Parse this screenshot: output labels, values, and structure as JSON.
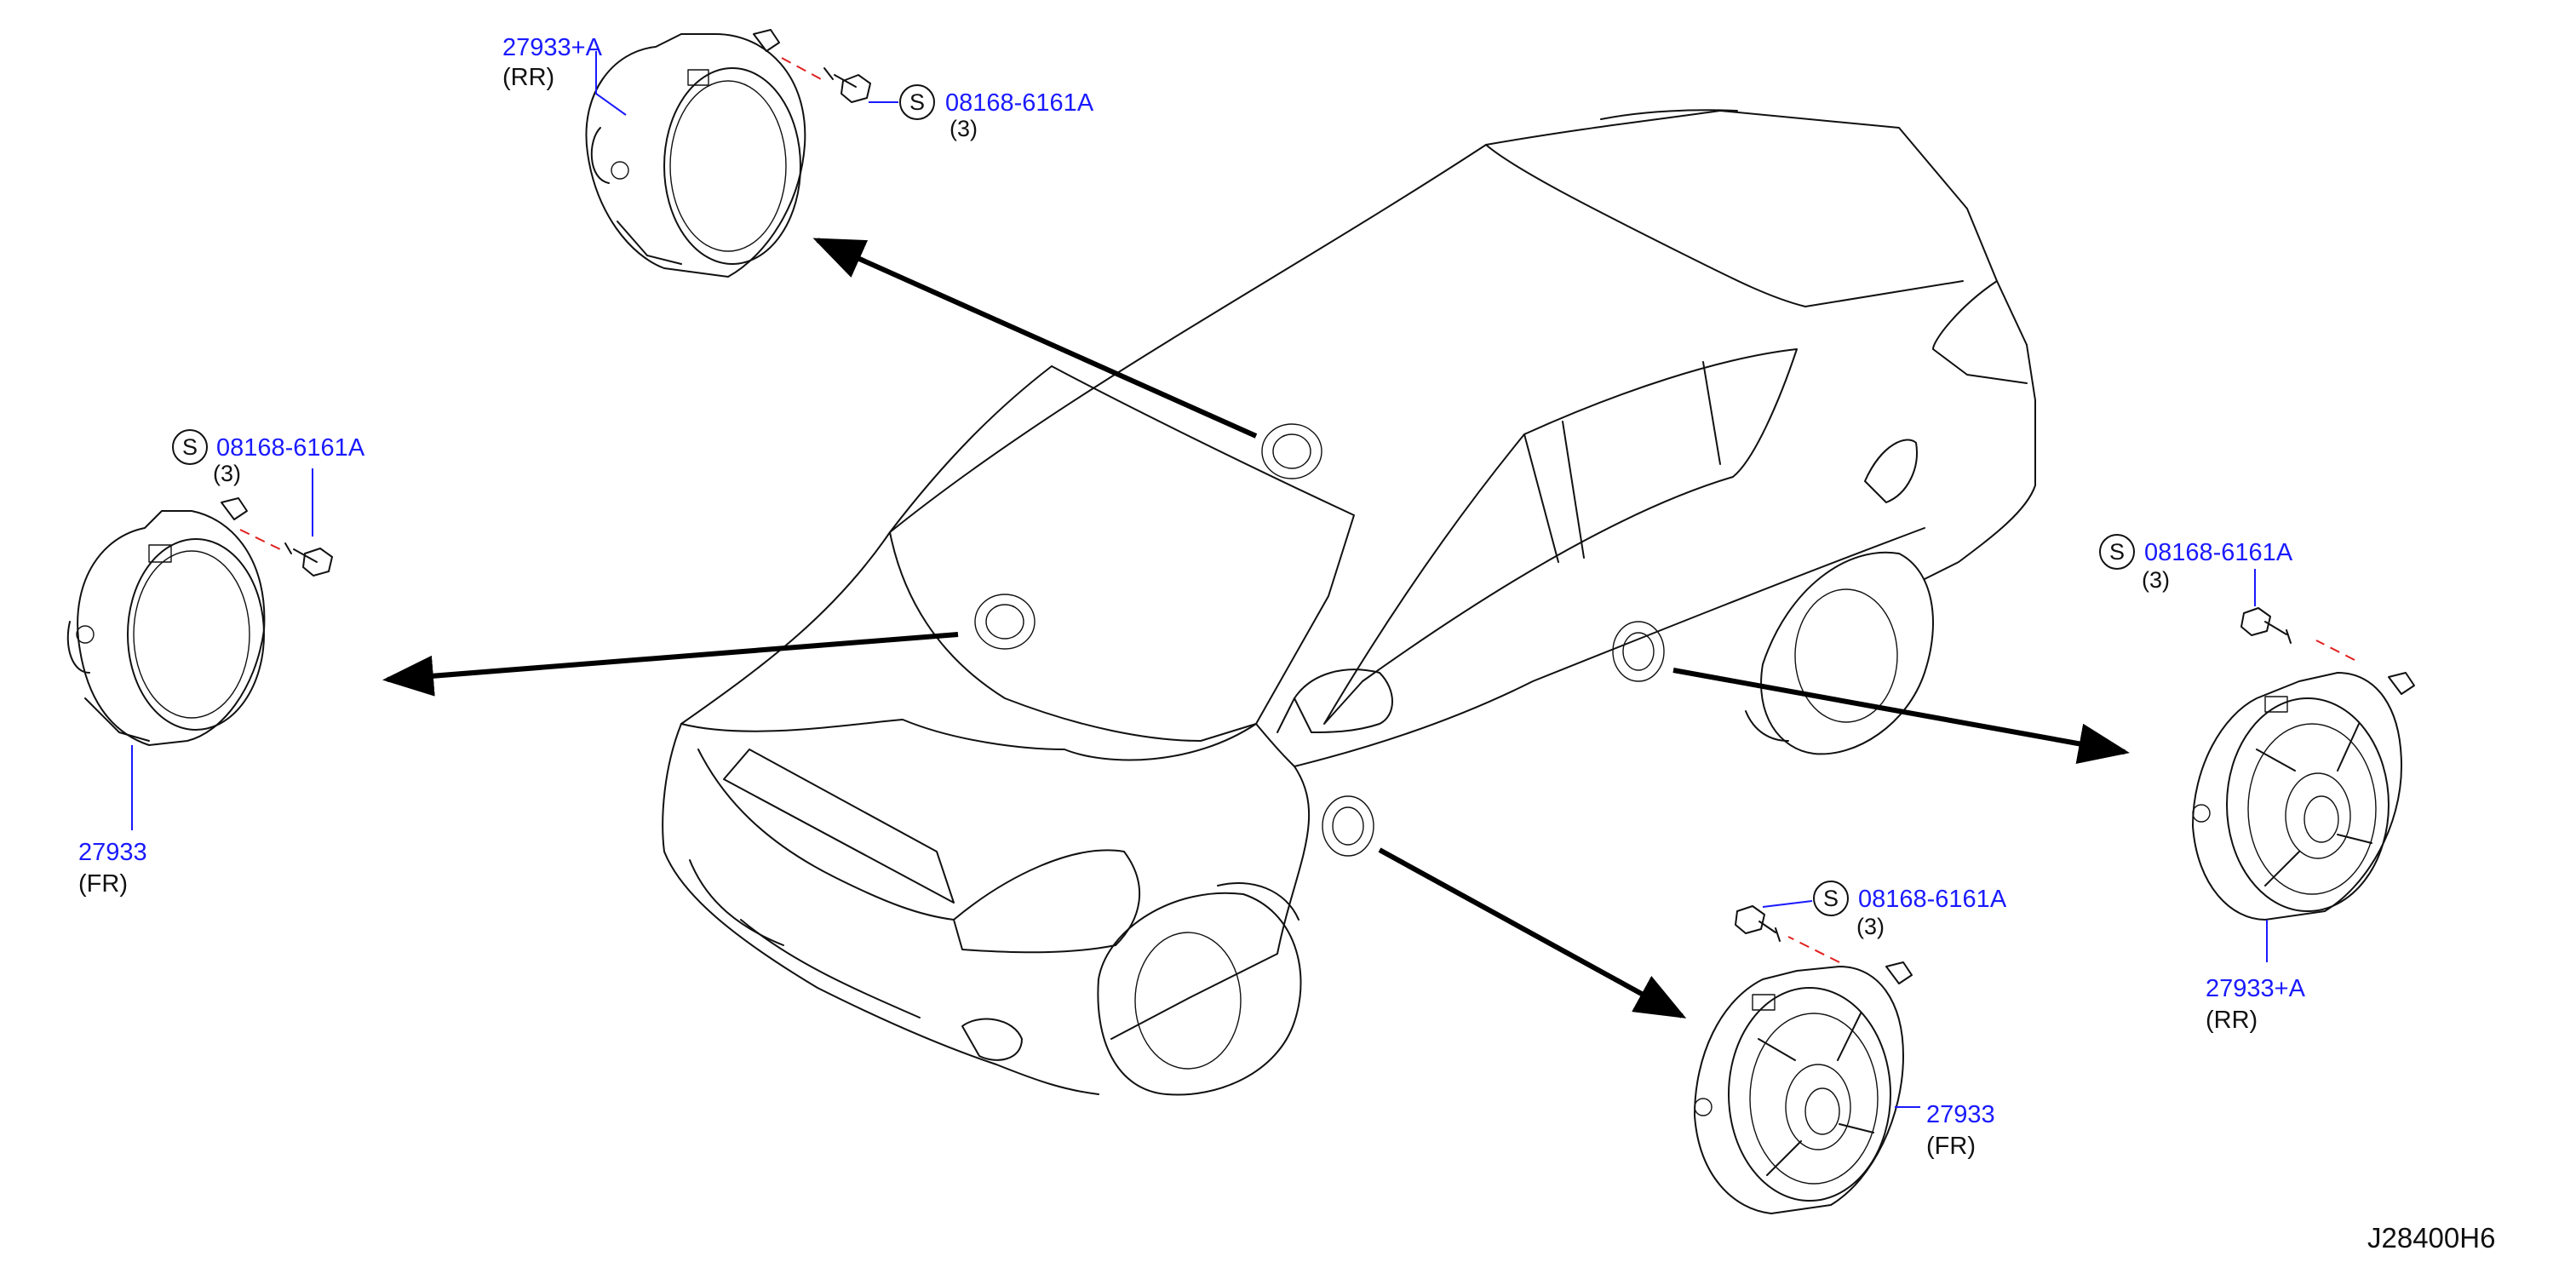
{
  "diagram": {
    "id_code": "J28400H6",
    "callouts": {
      "rear_top": {
        "part": "27933+A",
        "position": "(RR)",
        "screw_part": "08168-6161A",
        "screw_qty": "(3)",
        "symbol": "S"
      },
      "front_left": {
        "part": "27933",
        "position": "(FR)",
        "screw_part": "08168-6161A",
        "screw_qty": "(3)",
        "symbol": "S"
      },
      "rear_right": {
        "part": "27933+A",
        "position": "(RR)",
        "screw_part": "08168-6161A",
        "screw_qty": "(3)",
        "symbol": "S"
      },
      "front_bottom": {
        "part": "27933",
        "position": "(FR)",
        "screw_part": "08168-6161A",
        "screw_qty": "(3)",
        "symbol": "S"
      }
    },
    "colors": {
      "part_number": "#1a1aff",
      "line": "#111111",
      "center_line": "#e02020"
    }
  }
}
